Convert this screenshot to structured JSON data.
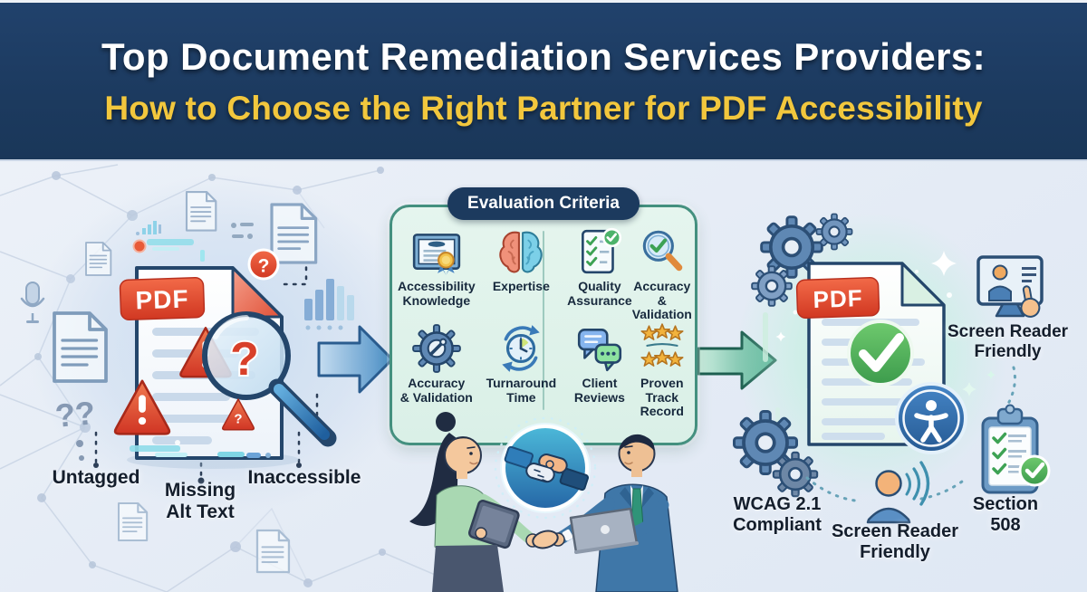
{
  "header": {
    "title": "Top Document Remediation Services Providers:",
    "subtitle": "How to Choose the Right Partner for PDF Accessibility"
  },
  "left_scene": {
    "pdf_badge": "PDF",
    "question_mark": "?",
    "double_question": "??",
    "labels": {
      "untagged": "Untagged",
      "missing_alt_text": "Missing\nAlt Text",
      "inaccessible": "Inaccessible"
    }
  },
  "criteria": {
    "title": "Evaluation Criteria",
    "items": [
      {
        "icon": "certificate-icon",
        "label": "Accessibility\nKnowledge"
      },
      {
        "icon": "brain-icon",
        "label": "Expertise"
      },
      {
        "icon": "checklist-icon",
        "label": "Quality\nAssurance"
      },
      {
        "icon": "magnifier-check-icon",
        "label": "Accuracy &\nValidation"
      },
      {
        "icon": "gear-wrench-icon",
        "label": "Accuracy\n& Validation"
      },
      {
        "icon": "turnaround-clock-icon",
        "label": "Turnaround\nTime"
      },
      {
        "icon": "chat-bubbles-icon",
        "label": "Client\nReviews"
      },
      {
        "icon": "stars-icon",
        "label": "Proven Track\nRecord"
      }
    ]
  },
  "right_scene": {
    "pdf_badge": "PDF",
    "labels": {
      "screen_reader_monitor": "Screen Reader\nFriendly",
      "wcag": "WCAG 2.1\nCompliant",
      "screen_reader_audio": "Screen Reader\nFriendly",
      "section_508": "Section\n508"
    }
  },
  "colors": {
    "header_bg": "#1c3a5f",
    "title": "#ffffff",
    "subtitle": "#f2c73d",
    "navy_outline": "#24466b",
    "alert_red": "#e04a2e",
    "success_green": "#46a858",
    "accessible_blue": "#2f68a8",
    "teal_border": "#44907f",
    "background": "#e8eef6"
  }
}
